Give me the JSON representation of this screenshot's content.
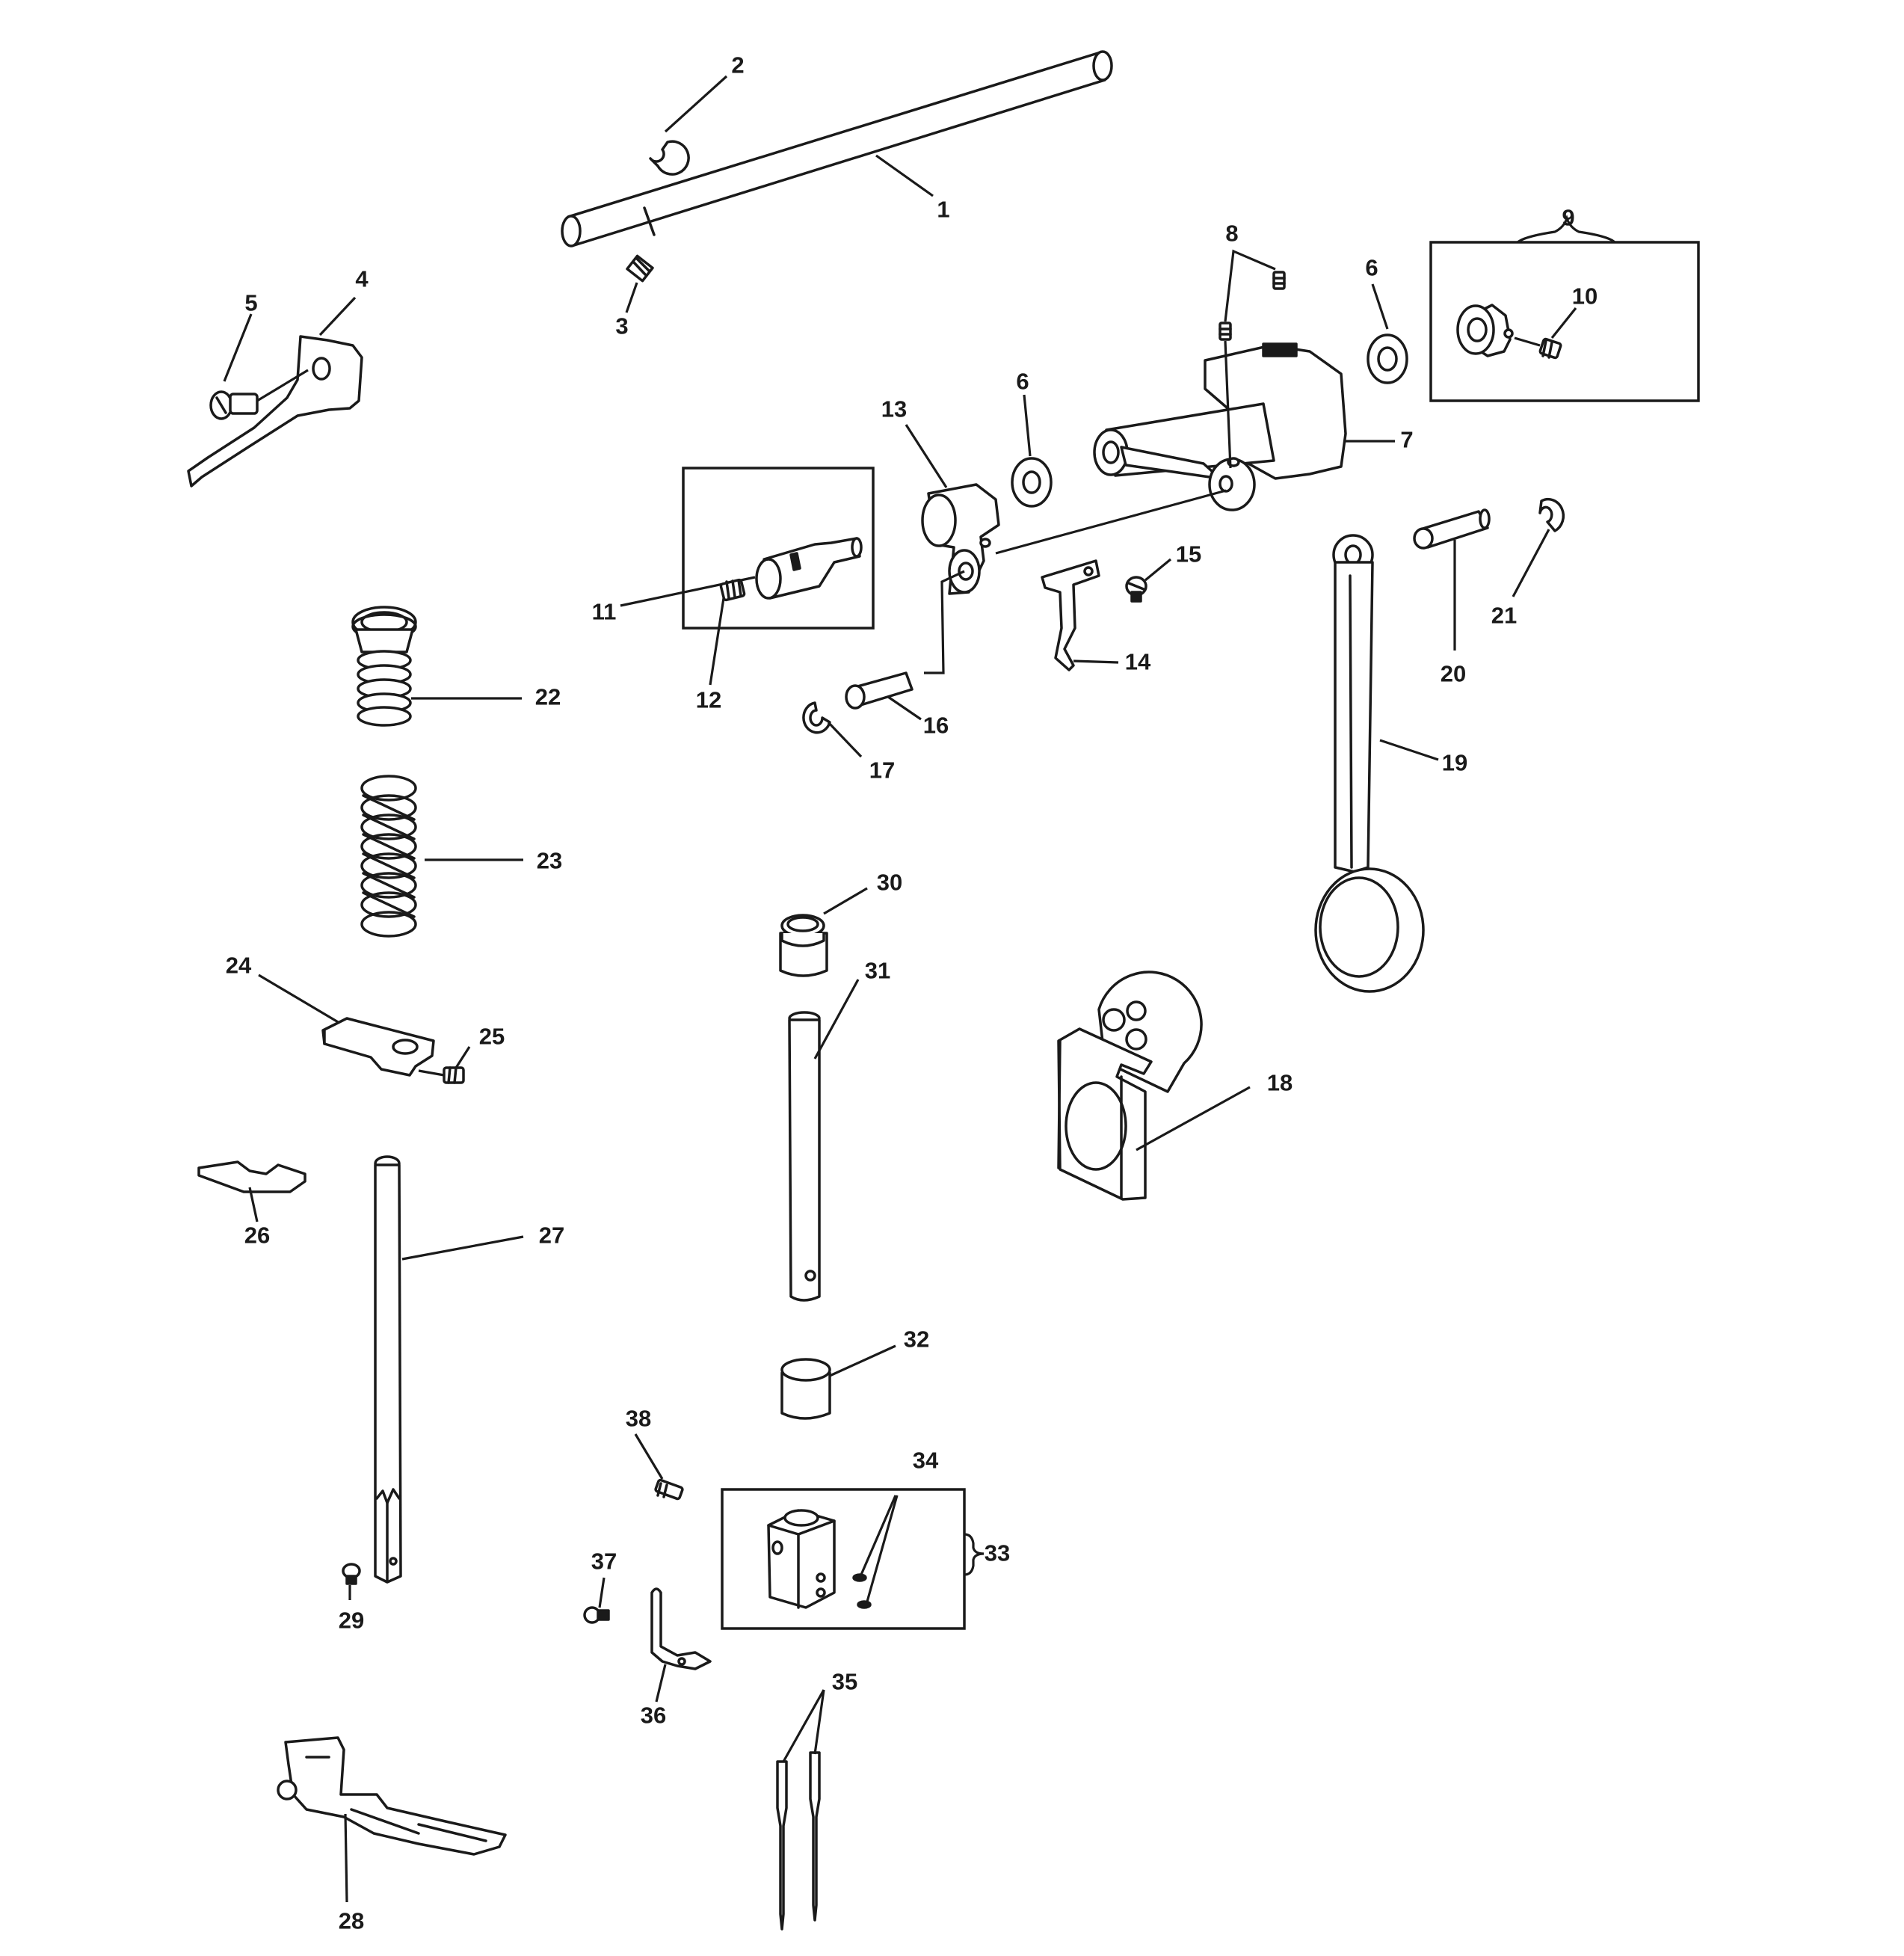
{
  "callouts": {
    "c1": "1",
    "c2": "2",
    "c3": "3",
    "c4": "4",
    "c5": "5",
    "c6a": "6",
    "c6b": "6",
    "c7": "7",
    "c8": "8",
    "c9": "9",
    "c10": "10",
    "c11": "11",
    "c12": "12",
    "c13": "13",
    "c14": "14",
    "c15": "15",
    "c16": "16",
    "c17": "17",
    "c18": "18",
    "c19": "19",
    "c20": "20",
    "c21": "21",
    "c22": "22",
    "c23": "23",
    "c24": "24",
    "c25": "25",
    "c26": "26",
    "c27": "27",
    "c28": "28",
    "c29": "29",
    "c30": "30",
    "c31": "31",
    "c32": "32",
    "c33": "33",
    "c34": "34",
    "c35": "35",
    "c36": "36",
    "c37": "37",
    "c38": "38"
  },
  "colors": {
    "ink": "#1a1a1a",
    "paper": "#ffffff"
  }
}
